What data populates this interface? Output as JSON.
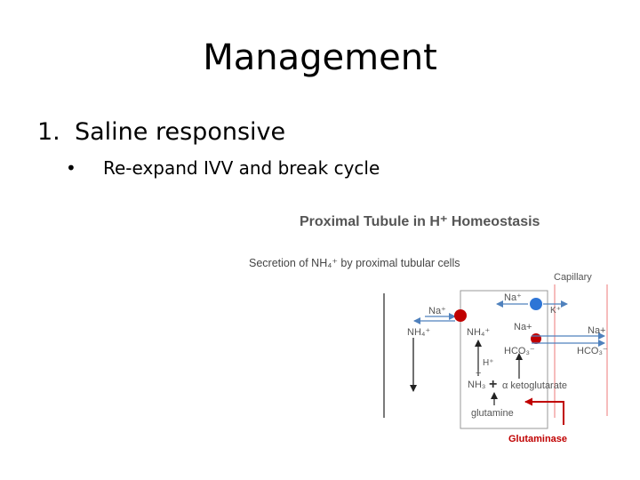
{
  "slide": {
    "title": "Management",
    "item_number": "1.",
    "item_text": "Saline responsive",
    "bullet": "•",
    "subitem_text": "Re-expand IVV and break cycle"
  },
  "diagram": {
    "title": "Proximal Tubule in H⁺ Homeostasis",
    "subtitle": "Secretion of NH₄⁺ by proximal tubular cells",
    "capillary": "Capillary",
    "na_top": "Na⁺",
    "k": "K⁺",
    "na_left": "Na⁺",
    "nh4_lumen": "NH₄⁺",
    "nh4_cell": "NH₄⁺",
    "na_mid": "Na+",
    "na_right": "Na+",
    "hco3_cell": "HCO₃⁻",
    "hco3_right": "HCO₃⁻",
    "h_plus": "H⁺",
    "plus_small": "+",
    "nh3": "NH₃",
    "plus_big": "+",
    "ketoglutarate": "α ketoglutarate",
    "glutamine": "glutamine",
    "glutaminase": "Glutaminase",
    "colors": {
      "text": "#555555",
      "blue_arrow": "#4f81bd",
      "red": "#c00000",
      "blue_dot": "#2e75d6",
      "capillary_line": "#f4a6a6"
    }
  }
}
